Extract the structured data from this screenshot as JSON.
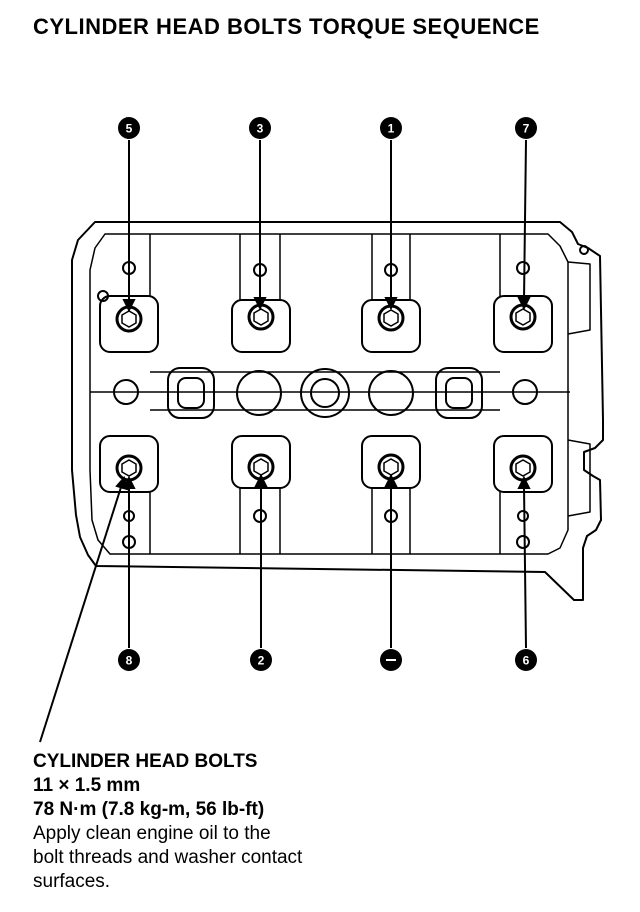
{
  "title": "CYLINDER HEAD BOLTS TORQUE SEQUENCE",
  "sequence_markers": [
    {
      "number": "5"
    },
    {
      "number": "3"
    },
    {
      "number": "1"
    },
    {
      "number": "7"
    },
    {
      "number": "8"
    },
    {
      "number": "2"
    },
    {
      "number": ""
    },
    {
      "number": "6"
    }
  ],
  "spec": {
    "heading": "CYLINDER HEAD BOLTS",
    "size": "11 × 1.5 mm",
    "torque": "78 N·m (7.8 kg-m, 56 lb-ft)",
    "note_lines": [
      "Apply clean engine oil to the",
      "bolt threads and washer contact",
      "surfaces."
    ]
  }
}
